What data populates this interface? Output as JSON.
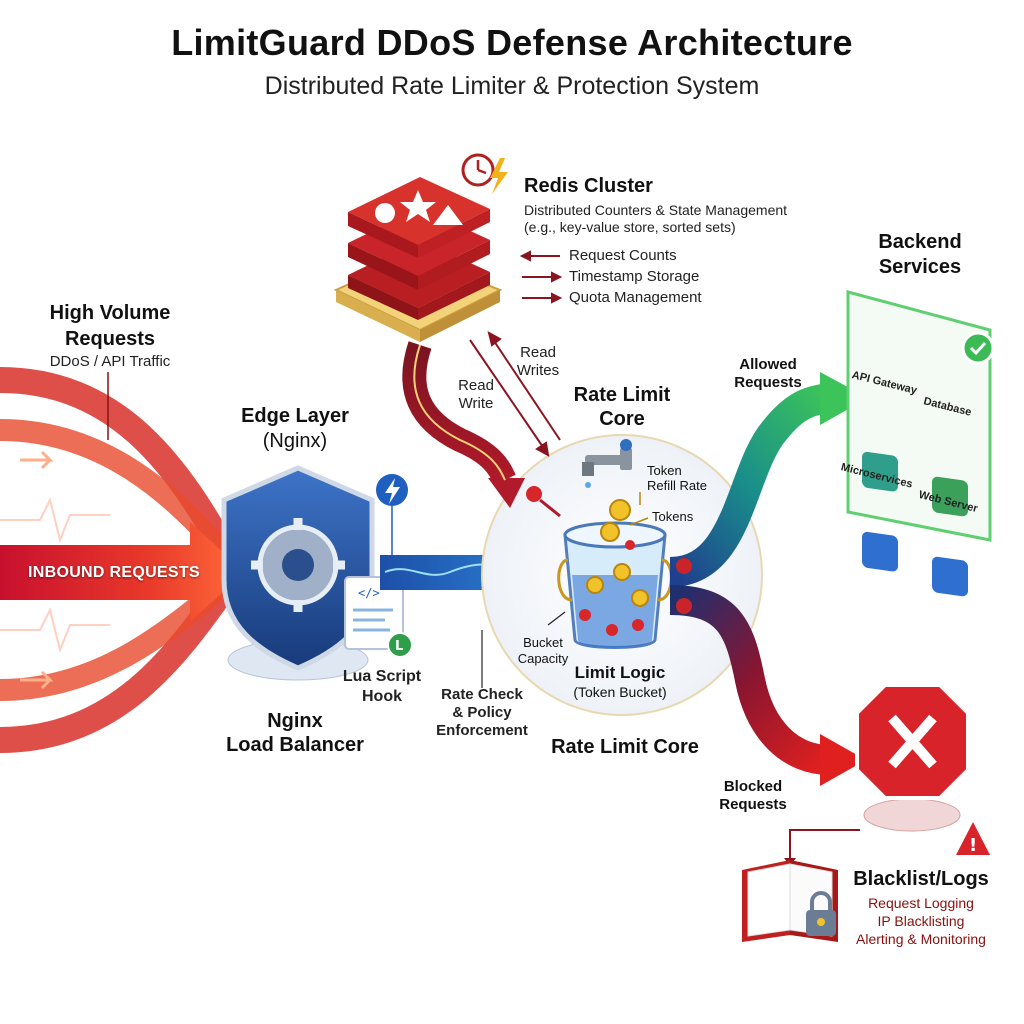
{
  "title": "LimitGuard DDoS Defense Architecture",
  "subtitle": "Distributed Rate Limiter & Protection System",
  "source": {
    "heading_line1": "High Volume",
    "heading_line2": "Requests",
    "sub": "DDoS / API Traffic",
    "arrow_label": "INBOUND REQUESTS"
  },
  "edge": {
    "heading_line1": "Edge Layer",
    "heading_line2": "(Nginx)",
    "lua_line1": "Lua Script",
    "lua_line2": "Hook",
    "bottom_line1": "Nginx",
    "bottom_line2": "Load Balancer"
  },
  "redis": {
    "title": "Redis Cluster",
    "desc_line1": "Distributed Counters & State Management",
    "desc_line2": "(e.g., key-value store, sorted sets)",
    "items": [
      "Request Counts",
      "Timestamp Storage",
      "Quota Management"
    ],
    "read_write_line1": "Read",
    "read_write_line2": "Write",
    "read_writes_line1": "Read",
    "read_writes_line2": "Writes"
  },
  "core": {
    "heading_line1": "Rate Limit",
    "heading_line2": "Core",
    "token_refill_line1": "Token",
    "token_refill_line2": "Refill Rate",
    "tokens": "Tokens",
    "bucket_line1": "Bucket",
    "bucket_line2": "Capacity",
    "logic_line1": "Limit Logic",
    "logic_line2": "(Token Bucket)",
    "bottom": "Rate Limit Core",
    "check_line1": "Rate Check",
    "check_line2": "& Policy",
    "check_line3": "Enforcement"
  },
  "backend": {
    "heading_line1": "Backend",
    "heading_line2": "Services",
    "allowed_line1": "Allowed",
    "allowed_line2": "Requests",
    "services": [
      "API Gateway",
      "Database",
      "Microservices",
      "Web Server"
    ]
  },
  "blocked": {
    "label_line1": "Blocked",
    "label_line2": "Requests",
    "logs_title": "Blacklist/Logs",
    "logs_items": [
      "Request Logging",
      "IP Blacklisting",
      "Alerting & Monitoring"
    ]
  },
  "colors": {
    "threat_red": "#d42a1e",
    "edge_blue": "#1f4f9c",
    "allowed_green": "#2fae55",
    "blocked_red": "#c0161e",
    "redis_red": "#d8322c"
  }
}
